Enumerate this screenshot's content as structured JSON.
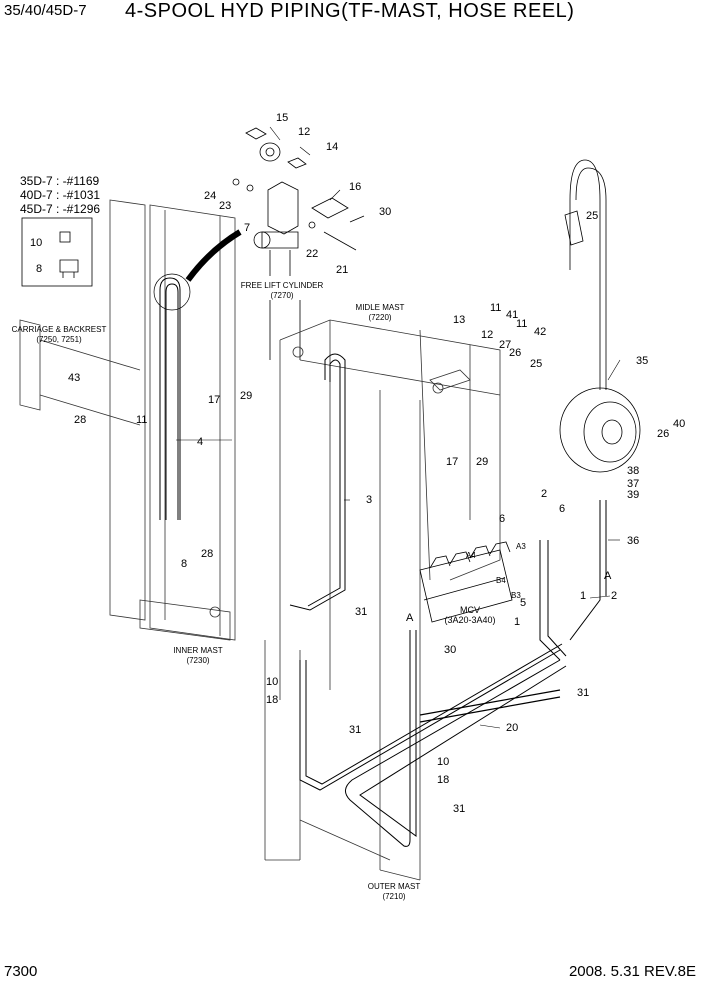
{
  "header": {
    "model": "35/40/45D-7",
    "title": "4-SPOOL HYD PIPING(TF-MAST, HOSE REEL)"
  },
  "footer": {
    "page": "7300",
    "date_rev": "2008. 5.31  REV.8E"
  },
  "serials": [
    "35D-7 : -#1169",
    "40D-7 : -#1031",
    "45D-7 : -#1296"
  ],
  "captions": {
    "carriage": "CARRIAGE & BACKREST",
    "carriage_ref": "(7250, 7251)",
    "free_lift": "FREE LIFT CYLINDER",
    "free_lift_ref": "(7270)",
    "middle_mast": "MIDLE MAST",
    "middle_mast_ref": "(7220)",
    "inner_mast": "INNER MAST",
    "inner_mast_ref": "(7230)",
    "outer_mast": "OUTER MAST",
    "outer_mast_ref": "(7210)",
    "mcv": "MCV",
    "mcv_ref": "(3A20-3A40)"
  },
  "ports": [
    "A4",
    "A3",
    "B4",
    "B3"
  ],
  "section_marks": [
    "A",
    "A"
  ],
  "callouts": [
    "15",
    "12",
    "14",
    "24",
    "23",
    "16",
    "30",
    "7",
    "22",
    "21",
    "10",
    "8",
    "43",
    "11",
    "28",
    "17",
    "29",
    "4",
    "28",
    "8",
    "3",
    "31",
    "10",
    "18",
    "31",
    "13",
    "12",
    "27",
    "26",
    "25",
    "11",
    "41",
    "11",
    "42",
    "25",
    "35",
    "40",
    "26",
    "17",
    "29",
    "38",
    "37",
    "39",
    "2",
    "6",
    "6",
    "36",
    "5",
    "1",
    "2",
    "1",
    "30",
    "31",
    "20",
    "10",
    "18",
    "31"
  ]
}
